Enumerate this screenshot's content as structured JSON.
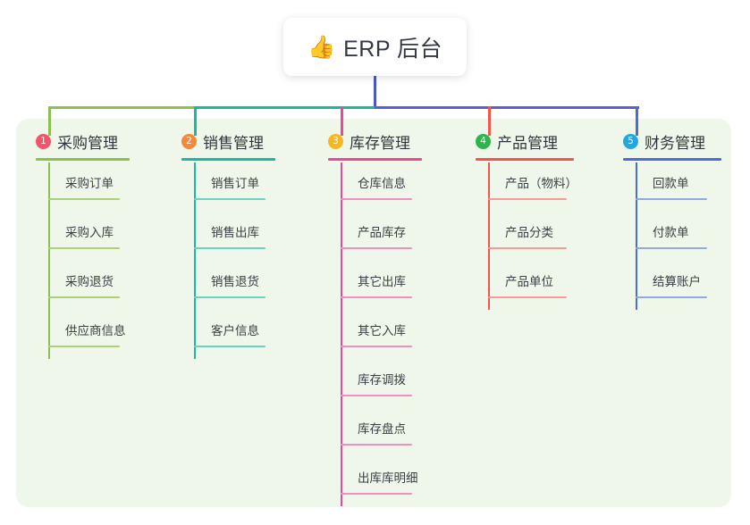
{
  "diagram": {
    "type": "mind-map",
    "root": {
      "emoji": "👍",
      "emoji_name": "thumbs-up-emoji",
      "label": "ERP 后台"
    },
    "panel_color": "#eef7e9",
    "bus": {
      "segments": [
        {
          "name": "bus-segment-green",
          "color": "#8cc152"
        },
        {
          "name": "bus-segment-teal",
          "color": "#19b8a2"
        },
        {
          "name": "bus-segment-purple",
          "color": "#5b5fc7"
        }
      ],
      "trunk_color": "#4a57c4"
    },
    "columns": [
      {
        "number": "1",
        "title": "采购管理",
        "badge_color": "#f4536b",
        "line_color": "#8cc152",
        "rule_color": "#a8d178",
        "drop_color": "#8cc152",
        "items": [
          "采购订单",
          "采购入库",
          "采购退货",
          "供应商信息"
        ]
      },
      {
        "number": "2",
        "title": "销售管理",
        "badge_color": "#f08a3c",
        "line_color": "#19b8a2",
        "rule_color": "#6fd0c2",
        "drop_color": "#19b8a2",
        "items": [
          "销售订单",
          "销售出库",
          "销售退货",
          "客户信息"
        ]
      },
      {
        "number": "3",
        "title": "库存管理",
        "badge_color": "#f5b824",
        "line_color": "#ec4899",
        "rule_color": "#f08ec0",
        "drop_color": "#ec4899",
        "items": [
          "仓库信息",
          "产品库存",
          "其它出库",
          "其它入库",
          "库存调拨",
          "库存盘点",
          "出库库明细"
        ]
      },
      {
        "number": "4",
        "title": "产品管理",
        "badge_color": "#2bb54a",
        "line_color": "#f4564f",
        "rule_color": "#f59a96",
        "drop_color": "#f4564f",
        "items": [
          "产品（物料）",
          "产品分类",
          "产品单位"
        ]
      },
      {
        "number": "5",
        "title": "财务管理",
        "badge_color": "#22a7e0",
        "line_color": "#4a6fd4",
        "rule_color": "#92a9e4",
        "drop_color": "#4a6fd4",
        "items": [
          "回款单",
          "付款单",
          "结算账户"
        ]
      }
    ]
  }
}
